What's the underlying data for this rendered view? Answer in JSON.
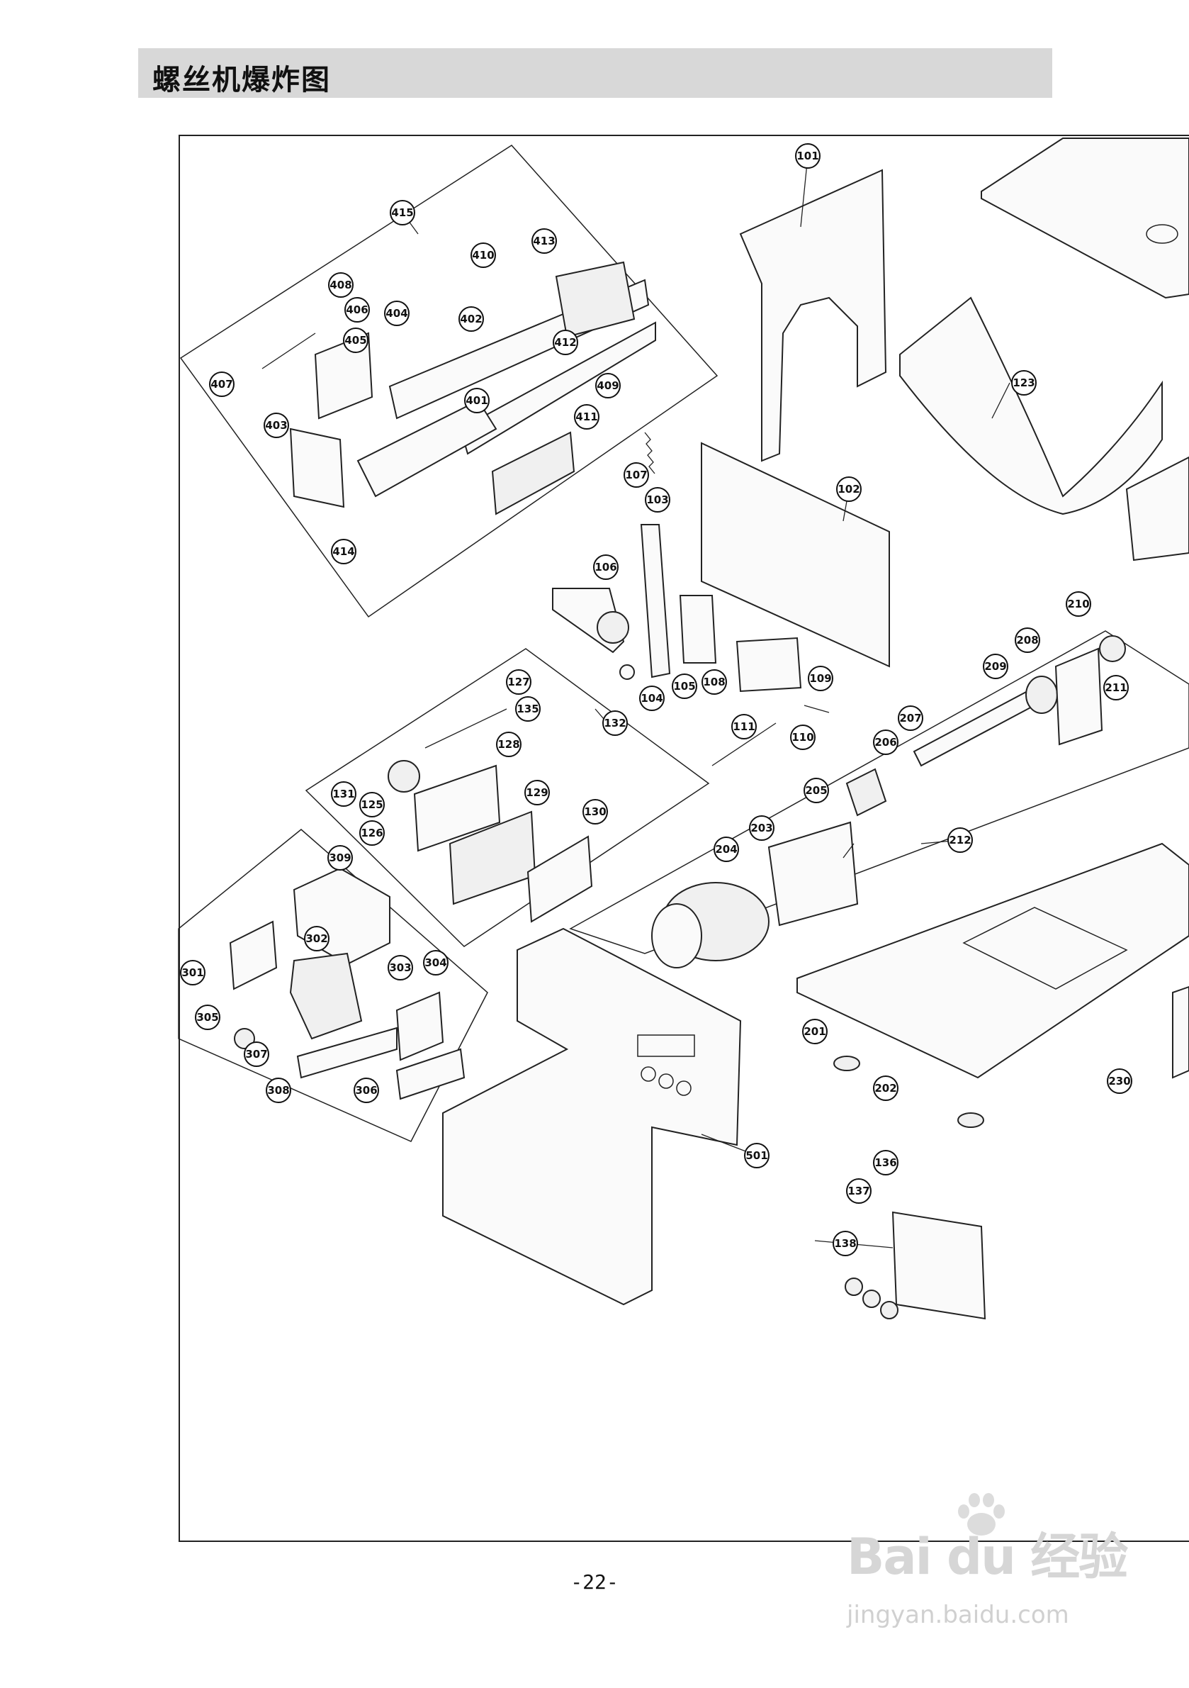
{
  "header": {
    "title": "螺丝机爆炸图"
  },
  "footer": {
    "page_number": "-22-"
  },
  "watermark": {
    "logo": "Bai du 经验",
    "url": "jingyan.baidu.com"
  },
  "callouts": [
    {
      "label": "101"
    },
    {
      "label": "102"
    },
    {
      "label": "103"
    },
    {
      "label": "104"
    },
    {
      "label": "105"
    },
    {
      "label": "106"
    },
    {
      "label": "107"
    },
    {
      "label": "108"
    },
    {
      "label": "109"
    },
    {
      "label": "110"
    },
    {
      "label": "111"
    },
    {
      "label": "123"
    },
    {
      "label": "125"
    },
    {
      "label": "126"
    },
    {
      "label": "127"
    },
    {
      "label": "128"
    },
    {
      "label": "129"
    },
    {
      "label": "130"
    },
    {
      "label": "131"
    },
    {
      "label": "132"
    },
    {
      "label": "135"
    },
    {
      "label": "136"
    },
    {
      "label": "137"
    },
    {
      "label": "138"
    },
    {
      "label": "201"
    },
    {
      "label": "202"
    },
    {
      "label": "203"
    },
    {
      "label": "204"
    },
    {
      "label": "205"
    },
    {
      "label": "206"
    },
    {
      "label": "207"
    },
    {
      "label": "208"
    },
    {
      "label": "209"
    },
    {
      "label": "210"
    },
    {
      "label": "211"
    },
    {
      "label": "212"
    },
    {
      "label": "230"
    },
    {
      "label": "301"
    },
    {
      "label": "302"
    },
    {
      "label": "303"
    },
    {
      "label": "304"
    },
    {
      "label": "305"
    },
    {
      "label": "306"
    },
    {
      "label": "307"
    },
    {
      "label": "308"
    },
    {
      "label": "309"
    },
    {
      "label": "401"
    },
    {
      "label": "402"
    },
    {
      "label": "403"
    },
    {
      "label": "404"
    },
    {
      "label": "405"
    },
    {
      "label": "406"
    },
    {
      "label": "407"
    },
    {
      "label": "408"
    },
    {
      "label": "409"
    },
    {
      "label": "410"
    },
    {
      "label": "411"
    },
    {
      "label": "412"
    },
    {
      "label": "413"
    },
    {
      "label": "414"
    },
    {
      "label": "415"
    },
    {
      "label": "501"
    }
  ]
}
